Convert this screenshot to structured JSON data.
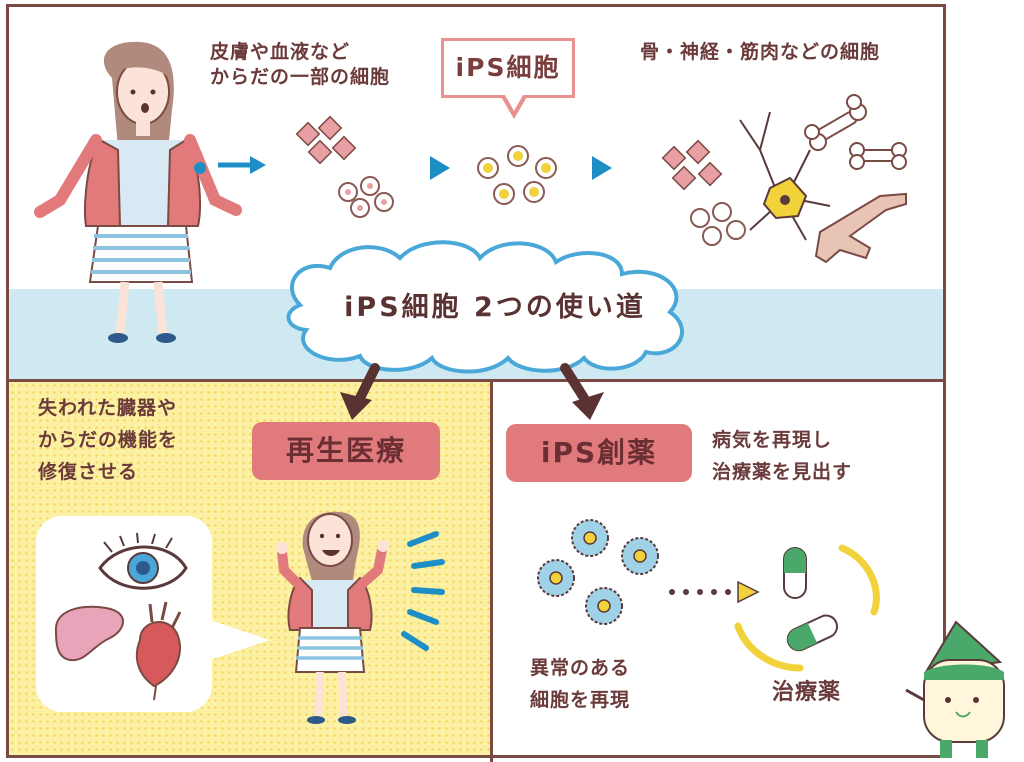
{
  "top": {
    "skin_label": "皮膚や血液など\nからだの一部の細胞",
    "ips_label": "iPS細胞",
    "target_label": "骨・神経・筋肉などの細胞"
  },
  "cloud": {
    "label": "iPS細胞 2つの使い道"
  },
  "left_panel": {
    "description": "失われた臓器や\nからだの機能を\n修復させる",
    "title": "再生医療"
  },
  "right_panel": {
    "title": "iPS創薬",
    "description": "病気を再現し\n治療薬を見出す",
    "abnormal_label": "異常のある\n細胞を再現",
    "medicine_label": "治療薬"
  },
  "colors": {
    "border": "#7a4a44",
    "band": "#cfe9f3",
    "yellow_panel": "#fbf0a4",
    "pill": "#e07a7c",
    "cloud_outline": "#4aa8d8",
    "arrow": "#1e8fc6"
  }
}
